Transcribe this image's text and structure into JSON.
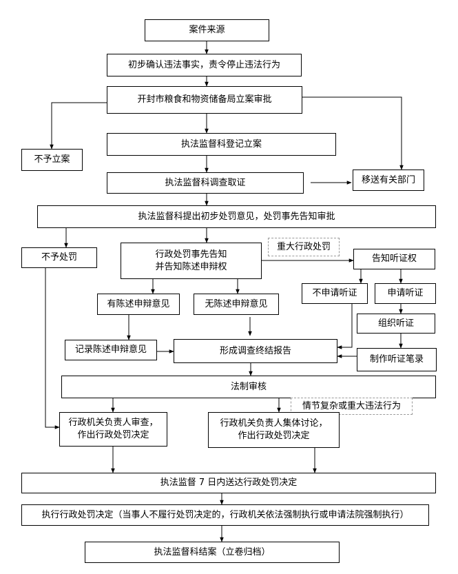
{
  "nodes": {
    "n1": "案件来源",
    "n2": "初步确认违法事实，责令停止违法行为",
    "n3": "开封市粮食和物资储备局立案审批",
    "n4": "执法监督科登记立案",
    "n5": "不予立案",
    "n6": "执法监督科调查取证",
    "n7": "移送有关部门",
    "n8": "执法监督科提出初步处罚意见，处罚事先告知审批",
    "n9": "不予处罚",
    "n10": [
      "行政处罚事先告知",
      "并告知陈述申辩权"
    ],
    "n11": "告知听证权",
    "n12": "有陈述申辩意见",
    "n13": "无陈述申辩意见",
    "n14": "不申请听证",
    "n15": "申请听证",
    "n16": "组织听证",
    "n17": "记录陈述申辩意见",
    "n18": "形成调查终结报告",
    "n19": "制作听证笔录",
    "n20": "法制审核",
    "n21": [
      "行政机关负责人审查，",
      "作出行政处罚决定"
    ],
    "n22": [
      "行政机关负责人集体讨论，",
      "作出行政处罚决定"
    ],
    "n23": "执法监督 7 日内送达行政处罚决定",
    "n24": "执行行政处罚决定（当事人不履行处罚决定的，行政机关依法强制执行或申请法院强制执行）",
    "n25": "执法监督科结案（立卷归档）"
  },
  "notes": {
    "major_penalty": "重大行政处罚",
    "complex_case": "情节复杂或重大违法行为"
  }
}
